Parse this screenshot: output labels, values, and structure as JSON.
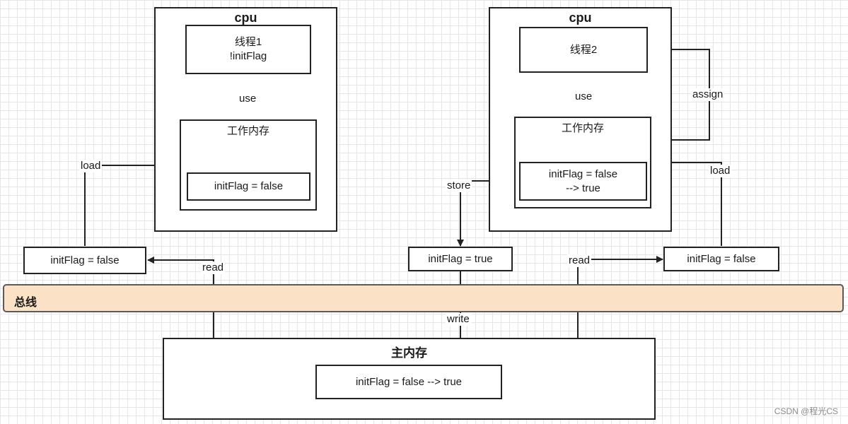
{
  "cpu1": {
    "title": "cpu",
    "thread_line1": "线程1",
    "thread_line2": "!initFlag",
    "use_label": "use",
    "work_memory_title": "工作内存",
    "work_memory_value": "initFlag = false"
  },
  "cpu2": {
    "title": "cpu",
    "thread": "线程2",
    "use_label": "use",
    "assign_label": "assign",
    "work_memory_title": "工作内存",
    "work_memory_value_line1": "initFlag = false",
    "work_memory_value_line2": "--> true"
  },
  "left_path": {
    "load_label": "load",
    "cache_value": "initFlag = false",
    "read_label": "read"
  },
  "middle_path": {
    "store_label": "store",
    "cache_value": "initFlag = true",
    "write_label": "write"
  },
  "right_path": {
    "load_label": "load",
    "read_label": "read",
    "cache_value": "initFlag = false"
  },
  "bus": {
    "label": "总线"
  },
  "main_memory": {
    "title": "主内存",
    "value": "initFlag = false --> true"
  },
  "watermark": "CSDN @程光CS",
  "colors": {
    "bus_fill": "#fbe1c6",
    "line": "#222222",
    "grid": "#e6e6e6"
  }
}
